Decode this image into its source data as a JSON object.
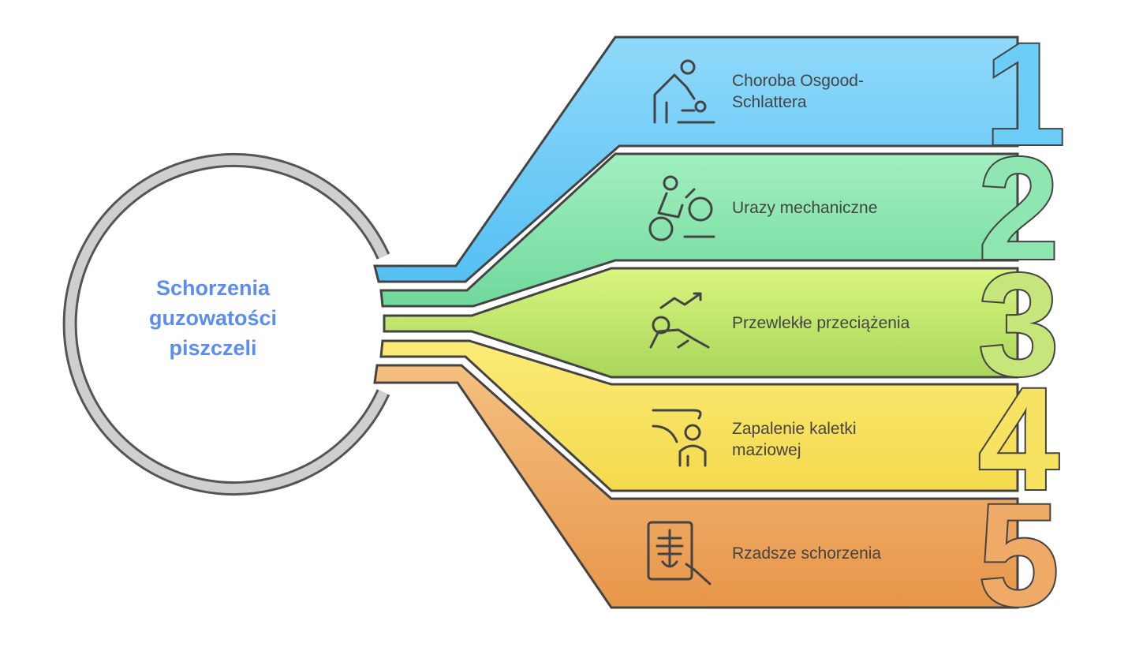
{
  "center": {
    "title": "Schorzenia guzowatości piszczeli"
  },
  "items": [
    {
      "number": "1",
      "label": "Choroba Osgood-Schlattera",
      "icon": "child-caregiver-icon",
      "color": "#6ccdf7"
    },
    {
      "number": "2",
      "label": "Urazy mechaniczne",
      "icon": "cyclist-icon",
      "color": "#8ee6b0"
    },
    {
      "number": "3",
      "label": "Przewlekłe przeciążenia",
      "icon": "overload-trend-icon",
      "color": "#c6e57a"
    },
    {
      "number": "4",
      "label": "Zapalenie kaletki maziowej",
      "icon": "bursitis-icon",
      "color": "#f7e262"
    },
    {
      "number": "5",
      "label": "Rzadsze schorzenia",
      "icon": "xray-icon",
      "color": "#eeaa66"
    }
  ]
}
